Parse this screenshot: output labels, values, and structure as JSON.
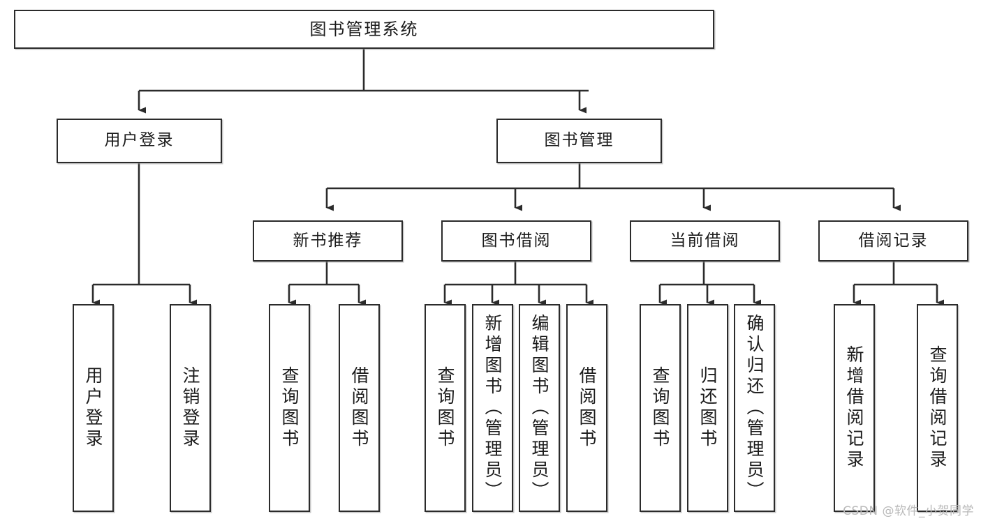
{
  "diagram": {
    "type": "tree-hierarchy-chart",
    "title": "图书管理系统",
    "orientation": "top-down",
    "colors": {
      "box_border": "#2b2b2b",
      "box_fill": "#ffffff",
      "edge": "#2b2b2b",
      "watermark": "#b9b9b9",
      "background": "#ffffff"
    }
  },
  "watermark": {
    "text": "CSDN @软件_小贺同学"
  },
  "nodes": {
    "root": {
      "label": "图书管理系统"
    },
    "level2": [
      {
        "label": "用户登录"
      },
      {
        "label": "图书管理"
      }
    ],
    "level3": [
      {
        "label": "新书推荐"
      },
      {
        "label": "图书借阅"
      },
      {
        "label": "当前借阅"
      },
      {
        "label": "借阅记录"
      }
    ],
    "leaves": {
      "user_login": [
        {
          "label": "用户登录"
        },
        {
          "label": "注销登录"
        }
      ],
      "new_book_recommend": [
        {
          "label": "查询图书"
        },
        {
          "label": "借阅图书"
        }
      ],
      "book_borrow": [
        {
          "label": "查询图书"
        },
        {
          "label": "新增图书（管理员）"
        },
        {
          "label": "编辑图书（管理员）"
        },
        {
          "label": "借阅图书"
        }
      ],
      "current_borrow": [
        {
          "label": "查询图书"
        },
        {
          "label": "归还图书"
        },
        {
          "label": "确认归还（管理员）"
        }
      ],
      "borrow_records": [
        {
          "label": "新增借阅记录"
        },
        {
          "label": "查询借阅记录"
        }
      ]
    }
  }
}
